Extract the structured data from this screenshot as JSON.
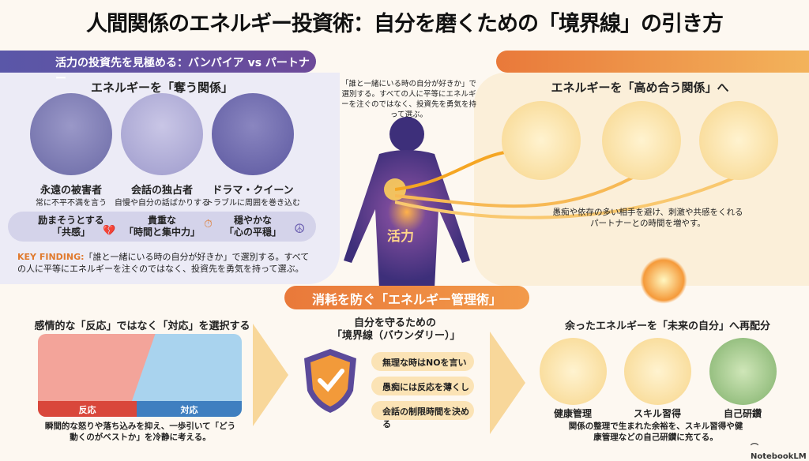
{
  "title": "人間関係のエネルギー投資術：自分を磨くための「境界線」の引き方",
  "left_banner": "活力の投資先を見極める：バンパイア vs パートナー",
  "draining": {
    "heading": "エネルギーを「奪う関係」",
    "types": [
      {
        "name": "永遠の被害者",
        "desc": "常に不平不満を言う"
      },
      {
        "name": "会話の独占者",
        "desc": "自慢や自分の話ばかりする"
      },
      {
        "name": "ドラマ・クイーン",
        "desc": "トラブルに周囲を巻き込む"
      }
    ],
    "costs": [
      {
        "line1": "励まそうとする",
        "line2": "「共感」",
        "icon": "broken-heart-icon",
        "glyph": "💔"
      },
      {
        "line1": "貴重な",
        "line2": "「時間と集中力」",
        "icon": "timer-icon",
        "glyph": "⏱"
      },
      {
        "line1": "穏やかな",
        "line2": "「心の平穏」",
        "icon": "peace-icon",
        "glyph": "☮"
      }
    ],
    "key_label": "KEY FINDING:",
    "key_text": "「誰と一緒にいる時の自分が好きか」で選別する。すべての人に平等にエネルギーを注ぐのではなく、投資先を勇気を持って選ぶ。"
  },
  "center": {
    "quote": "「誰と一緒にいる時の自分が好きか」で選別する。すべての人に平等にエネルギーを注ぐのではなく、投資先を勇気を持って選ぶ。",
    "body_label": "活力"
  },
  "uplifting": {
    "heading": "エネルギーを「高め合う関係」へ",
    "caption": "愚痴や依存の多い相手を避け、刺激や共感をくれるパートナーとの時間を増やす。"
  },
  "management": {
    "banner": "消耗を防ぐ「エネルギー管理術」",
    "response": {
      "heading": "感情的な「反応」ではなく「対応」を選択する",
      "react_label": "反応",
      "respond_label": "対応",
      "caption": "瞬間的な怒りや落ち込みを抑え、一歩引いて「どう動くのがベストか」を冷静に考える。"
    },
    "boundary": {
      "heading_line1": "自分を守るための",
      "heading_line2": "「境界線（バウンダリー）」",
      "rules": [
        "無理な時はNOを言い",
        "愚痴には反応を薄くし",
        "会話の制限時間を決める"
      ]
    }
  },
  "future": {
    "heading": "余ったエネルギーを「未来の自分」へ再配分",
    "items": [
      "健康管理",
      "スキル習得",
      "自己研鑽"
    ],
    "caption": "関係の整理で生まれた余裕を、スキル習得や健康管理などの自己研鑽に充てる。"
  },
  "brand": "NotebookLM",
  "colors": {
    "purple": "#5a57a8",
    "orange": "#e9793a",
    "cream": "#fbefd9"
  }
}
